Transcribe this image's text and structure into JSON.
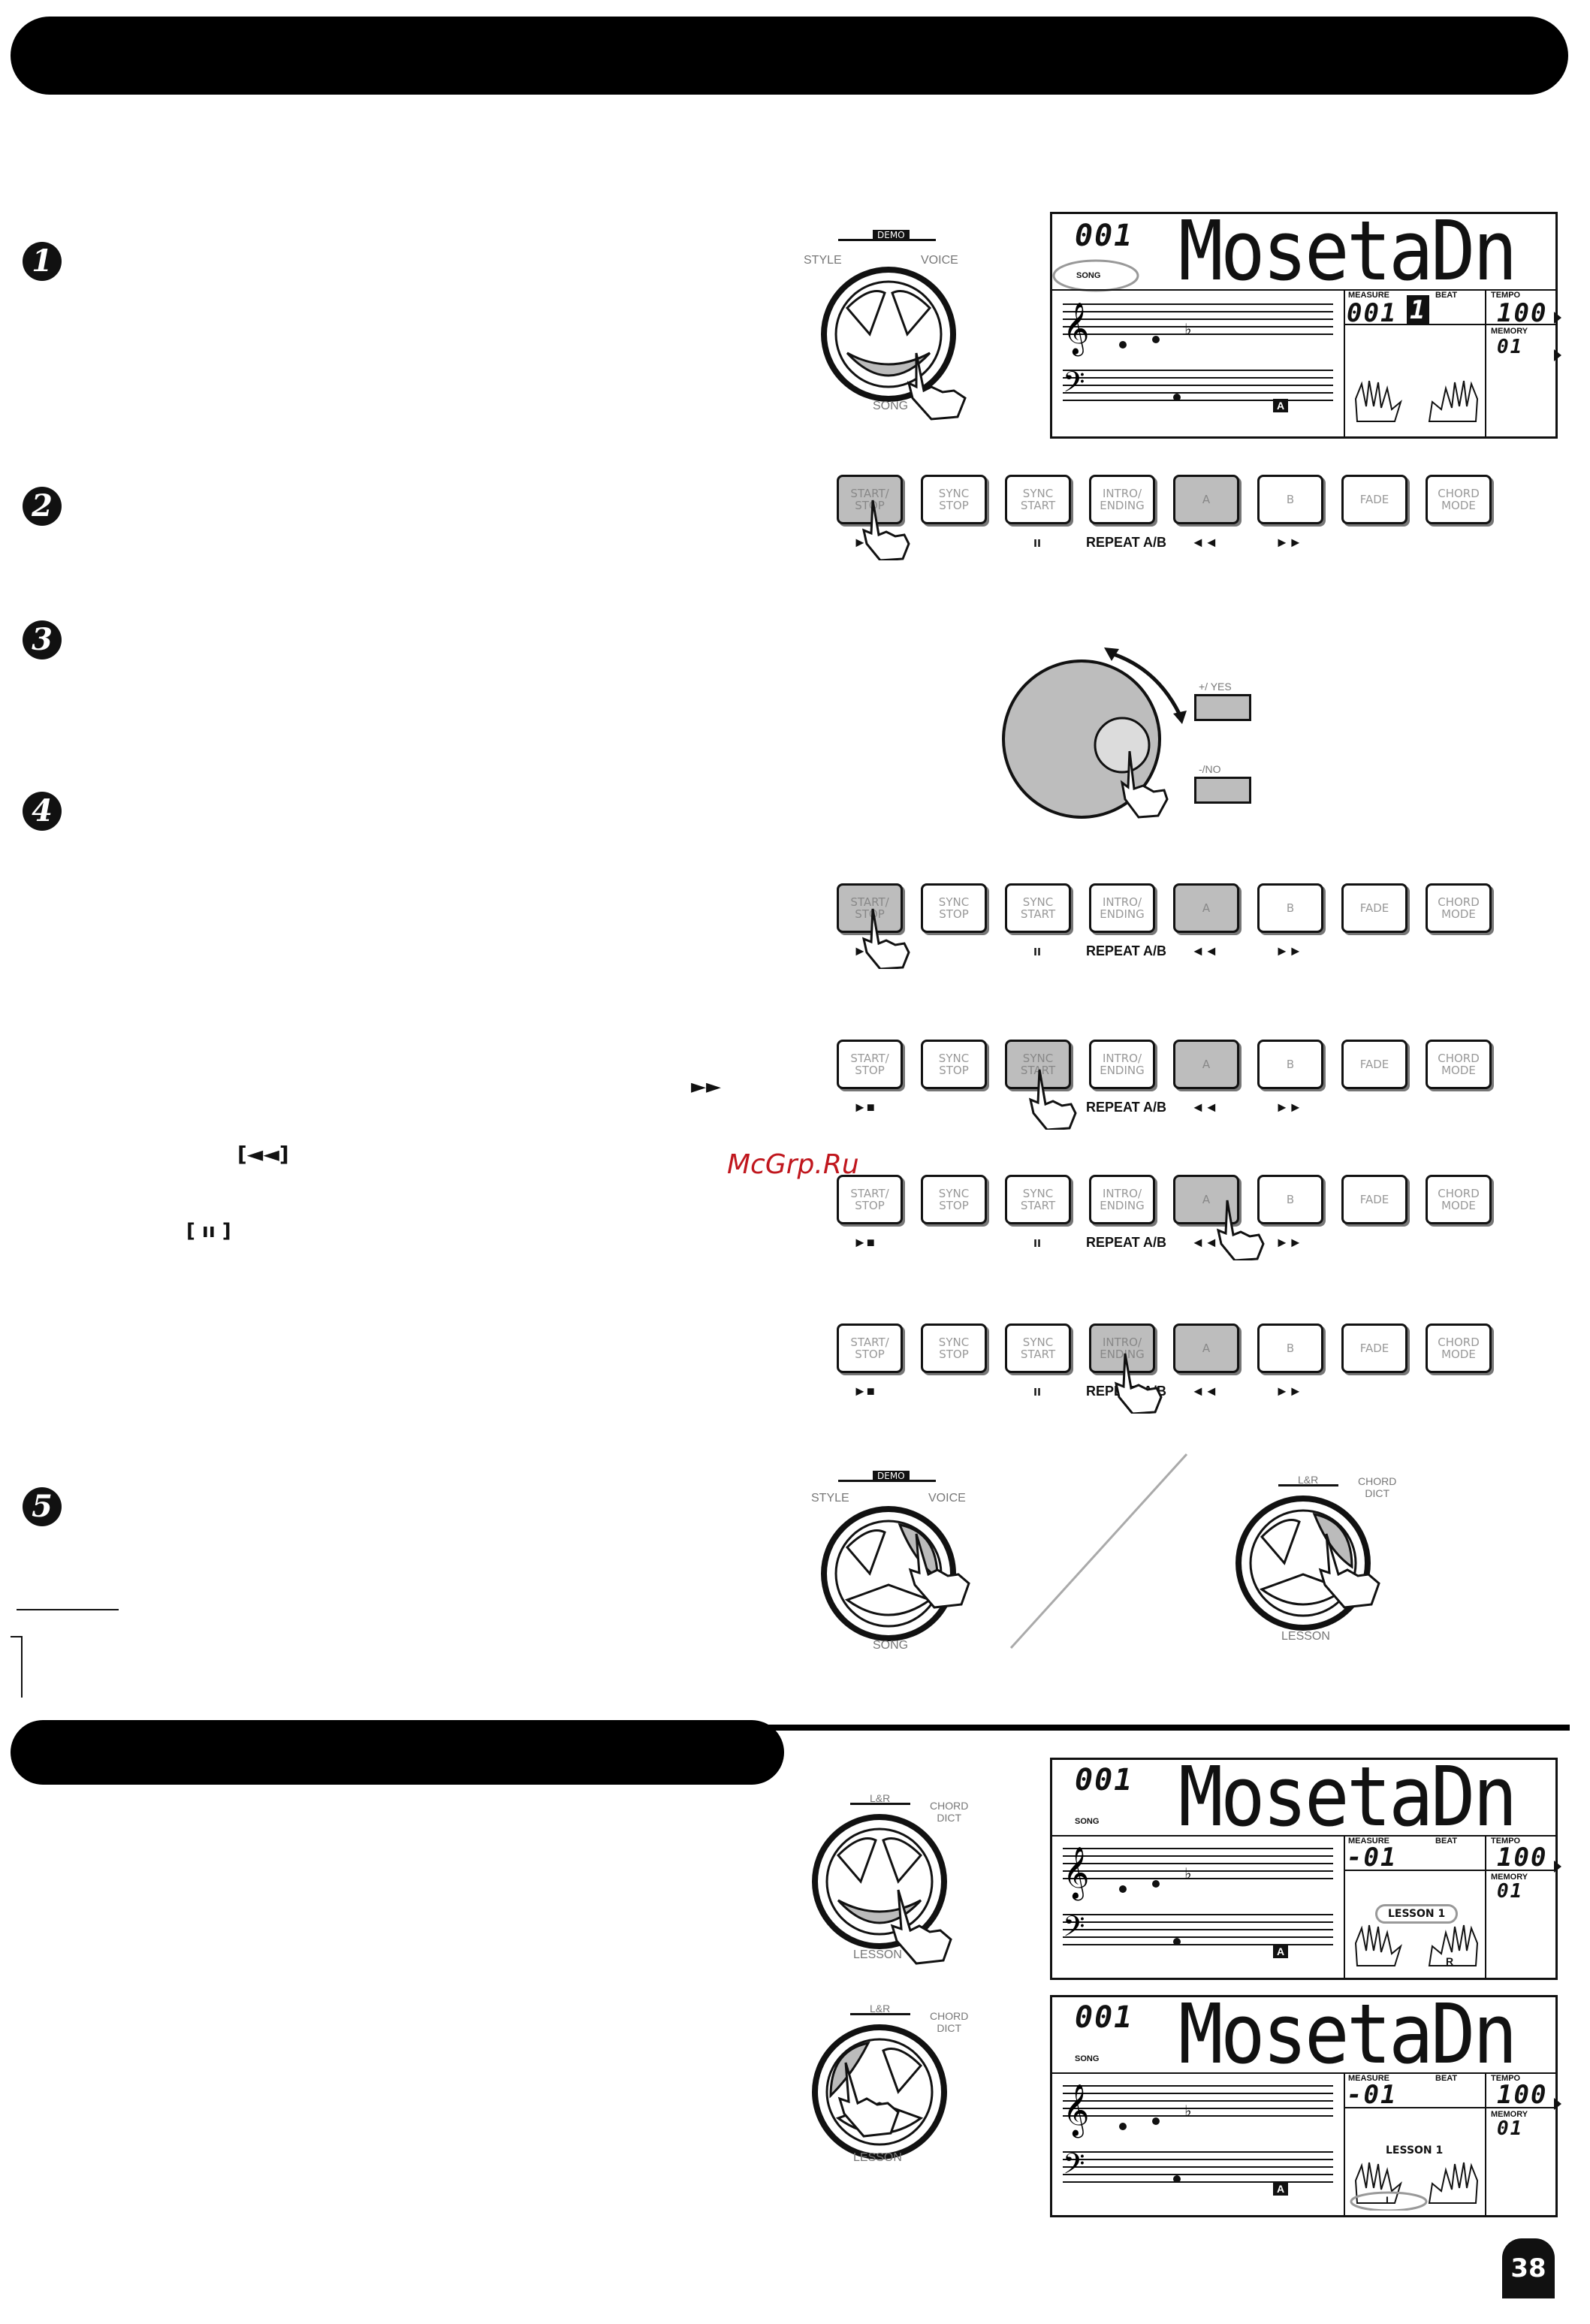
{
  "watermark": "McGrp.Ru",
  "page_number": "38",
  "steps": [
    "1",
    "2",
    "3",
    "4",
    "5"
  ],
  "inline_symbols": {
    "fast_forward": "►►",
    "rewind": "[◄◄]",
    "pause": "[ ıı ]"
  },
  "dial": {
    "style": "STYLE",
    "voice": "VOICE",
    "demo": "DEMO",
    "song": "SONG",
    "lesson": "LESSON",
    "lr": "L&R",
    "chord_dict": "CHORD\nDICT"
  },
  "jog": {
    "yes": "+/ YES",
    "no": "-/NO"
  },
  "buttons": [
    {
      "label": "START/\nSTOP"
    },
    {
      "label": "SYNC\nSTOP"
    },
    {
      "label": "SYNC\nSTART"
    },
    {
      "label": "INTRO/\nENDING"
    },
    {
      "label": "A"
    },
    {
      "label": "B"
    },
    {
      "label": "FADE"
    },
    {
      "label": "CHORD\nMODE"
    }
  ],
  "button_sub": {
    "play": "►",
    "play_stop": "►■",
    "pause": "ıı",
    "repeat": "REPEAT A/B",
    "rew": "◄◄",
    "ff": "►►"
  },
  "lcd1": {
    "number": "001",
    "name": "MosetaDn",
    "song": "SONG",
    "measure_label": "MEASURE",
    "beat_label": "BEAT",
    "tempo_label": "TEMPO",
    "memory_label": "MEMORY",
    "measure": "001",
    "beat": "1",
    "tempo": "100",
    "memory": "01",
    "marker": "A"
  },
  "lcd2": {
    "number": "001",
    "name": "MosetaDn",
    "song": "SONG",
    "measure_label": "MEASURE",
    "beat_label": "BEAT",
    "tempo_label": "TEMPO",
    "memory_label": "MEMORY",
    "measure": "-01",
    "tempo": "100",
    "memory": "01",
    "lesson": "LESSON 1",
    "hand_r": "R",
    "marker": "A"
  },
  "lcd3": {
    "number": "001",
    "name": "MosetaDn",
    "song": "SONG",
    "measure_label": "MEASURE",
    "beat_label": "BEAT",
    "tempo_label": "TEMPO",
    "memory_label": "MEMORY",
    "measure": "-01",
    "tempo": "100",
    "memory": "01",
    "lesson": "LESSON 1",
    "hand_l": "L",
    "marker": "A"
  }
}
